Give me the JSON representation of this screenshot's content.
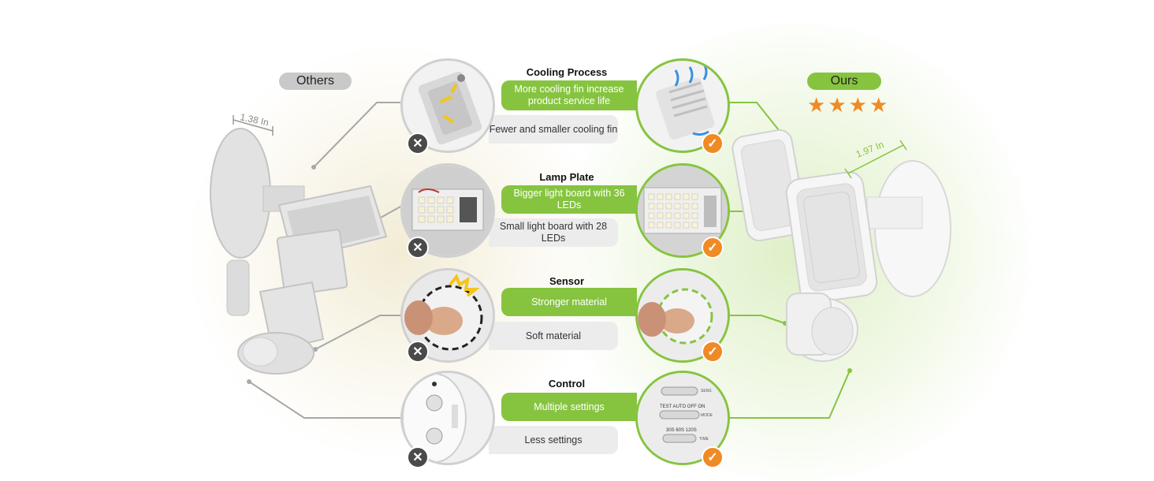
{
  "labels": {
    "others": "Others",
    "ours": "Ours"
  },
  "rating": {
    "stars": 4,
    "star_glyph": "★",
    "color": "#f08a24"
  },
  "dimensions": {
    "others": "1.38 In",
    "ours": "1.97 In"
  },
  "colors": {
    "accent_green": "#86c440",
    "accent_orange": "#f08a24",
    "neutral_grey": "#c9c9c9",
    "badge_dark": "#4a4a4a"
  },
  "features": [
    {
      "title": "Cooling Process",
      "ours": "More cooling fin increase product service life",
      "others": "Fewer and smaller cooling fin"
    },
    {
      "title": "Lamp Plate",
      "ours": "Bigger light board with 36 LEDs",
      "others": "Small light board with 28 LEDs"
    },
    {
      "title": "Sensor",
      "ours": "Stronger material",
      "others": "Soft material"
    },
    {
      "title": "Control",
      "ours": "Multiple settings",
      "others": "Less settings"
    }
  ],
  "badges": {
    "cross": "✕",
    "check": "✓"
  },
  "dial_labels": {
    "mode": "TEST  AUTO  OFF  ON",
    "time": "30S  60S  120S",
    "sens": "SENS",
    "mode_label": "MODE",
    "time_label": "TIME"
  }
}
